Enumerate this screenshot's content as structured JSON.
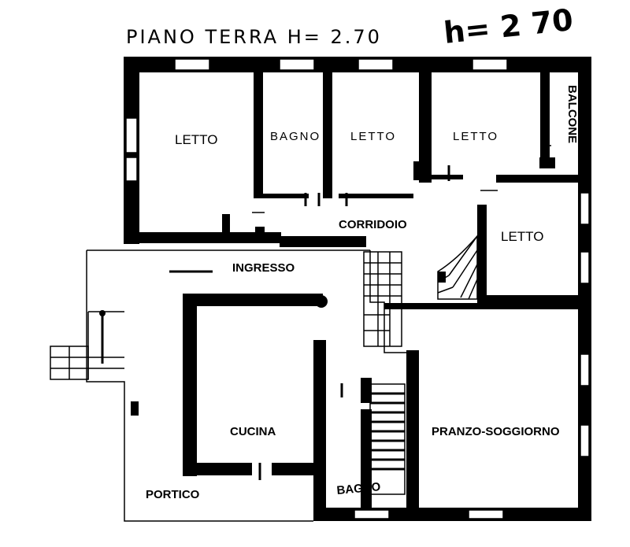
{
  "header": {
    "title": "PIANO TERRA  H= 2.70",
    "handwritten": "h= 2 70"
  },
  "rooms": {
    "letto_1": "LETTO",
    "bagno_1": "BAGNO",
    "letto_2": "LETTO",
    "letto_3": "LETTO",
    "balcone": "BALCONE",
    "corridoio": "CORRIDOIO",
    "letto_4": "LETTO",
    "ingresso": "INGRESSO",
    "cucina": "CUCINA",
    "pranzo": "PRANZO-SOGGIORNO",
    "bagno_2": "BAGNO",
    "portico": "PORTICO"
  }
}
